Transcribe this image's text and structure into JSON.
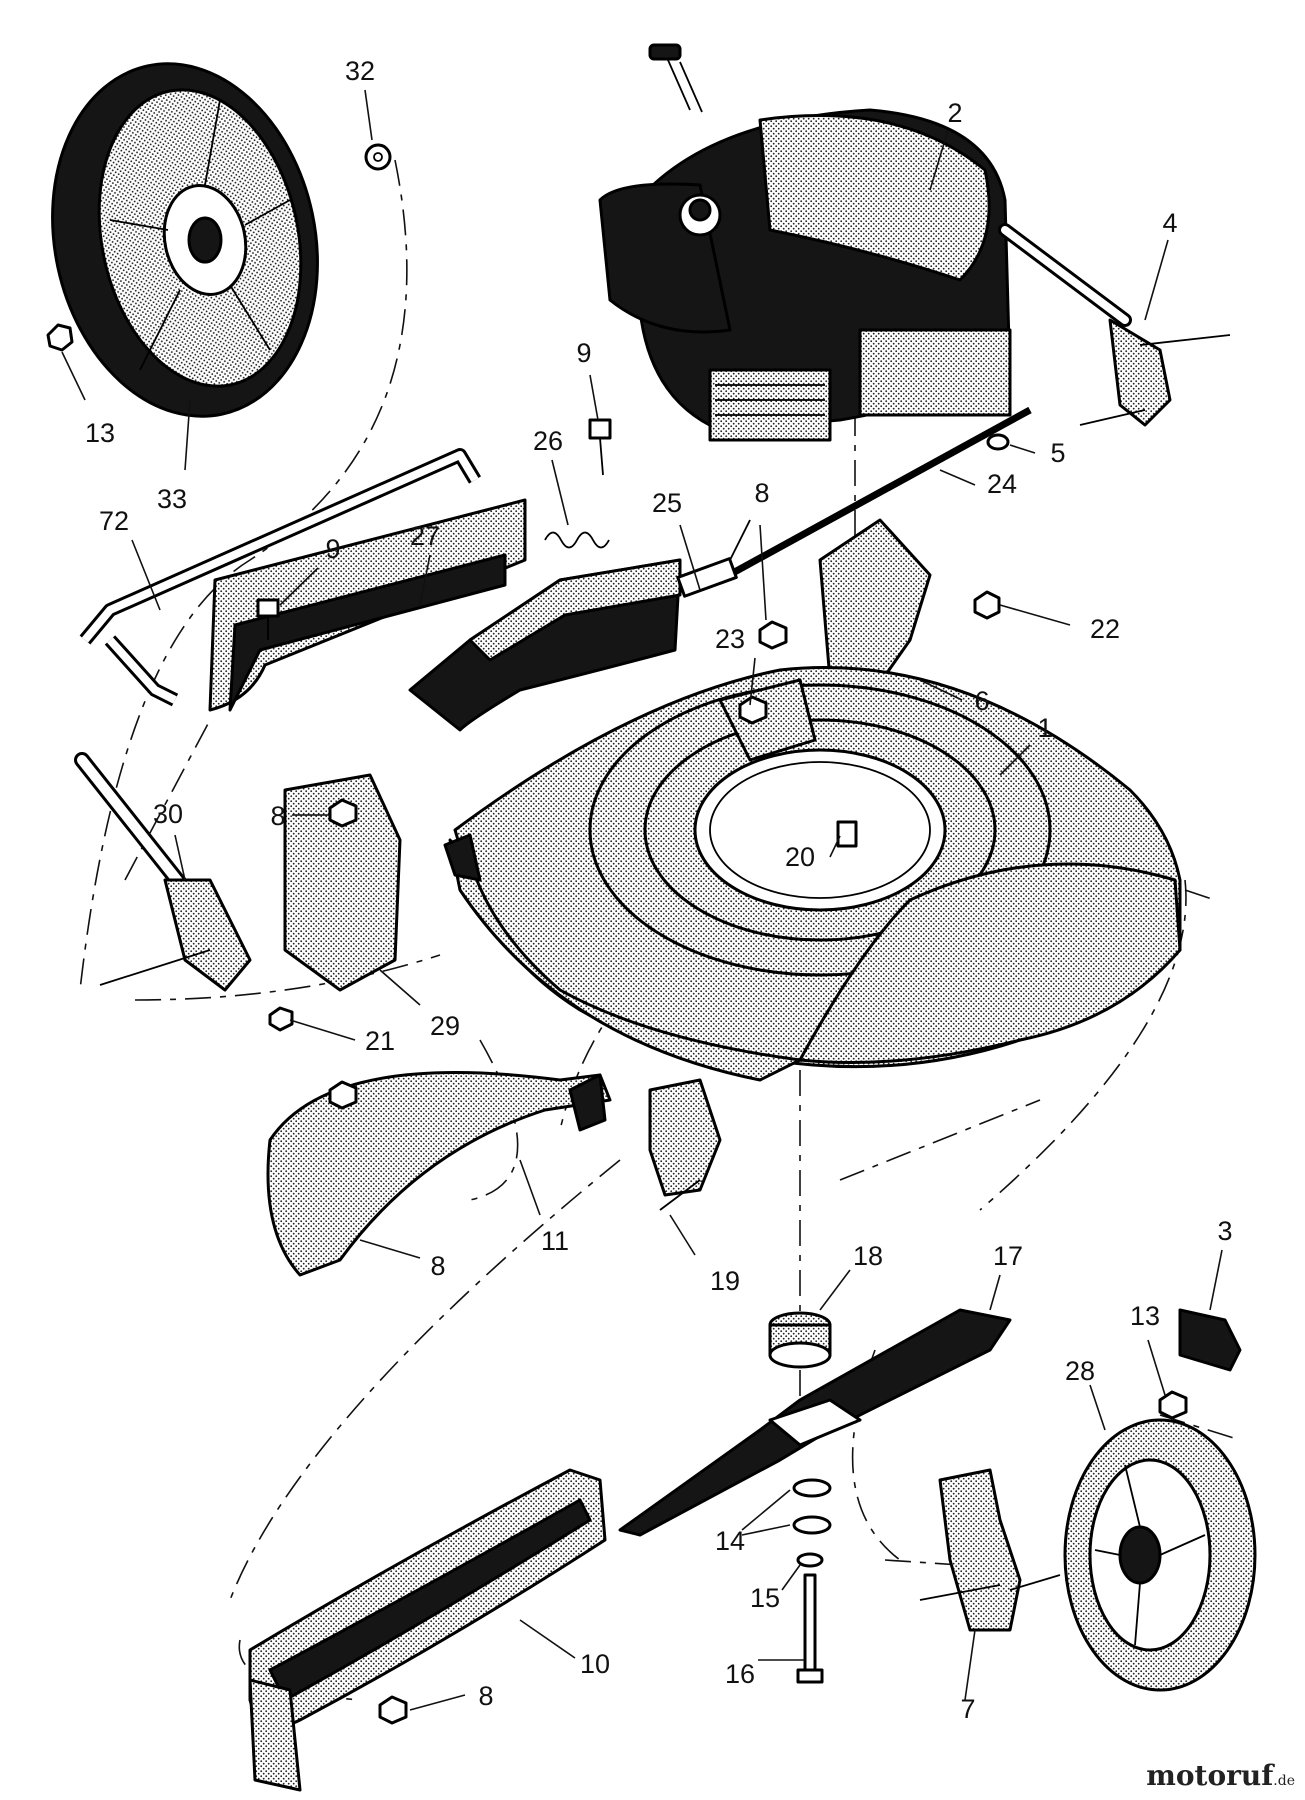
{
  "watermark": {
    "name": "motoruf",
    "tld": ".de"
  },
  "callouts": [
    "32",
    "2",
    "4",
    "13",
    "33",
    "9",
    "26",
    "5",
    "24",
    "72",
    "27",
    "9",
    "8",
    "25",
    "22",
    "23",
    "6",
    "1",
    "8",
    "30",
    "20",
    "21",
    "29",
    "18",
    "17",
    "3",
    "11",
    "8",
    "19",
    "13",
    "28",
    "14",
    "15",
    "16",
    "10",
    "8",
    "7"
  ]
}
